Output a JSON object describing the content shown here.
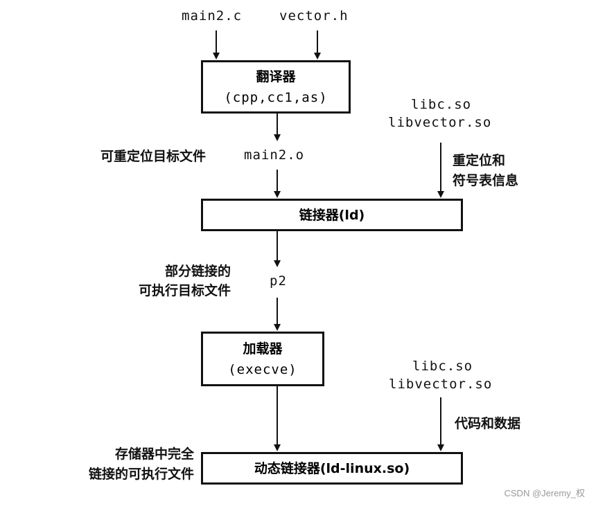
{
  "inputs": {
    "source": "main2.c",
    "header": "vector.h"
  },
  "translator": {
    "title": "翻译器",
    "tools": "(cpp,cc1,as)"
  },
  "relocatable": {
    "label": "可重定位目标文件",
    "file": "main2.o"
  },
  "libs_top": {
    "line1": "libc.so",
    "line2": "libvector.so",
    "info_line1": "重定位和",
    "info_line2": "符号表信息"
  },
  "linker": {
    "title": "链接器(ld)"
  },
  "partial": {
    "line1": "部分链接的",
    "line2": "可执行目标文件",
    "file": "p2"
  },
  "loader": {
    "title": "加载器",
    "tools": "(execve)"
  },
  "libs_bottom": {
    "line1": "libc.so",
    "line2": "libvector.so",
    "info": "代码和数据"
  },
  "memory": {
    "line1": "存储器中完全",
    "line2": "链接的可执行文件"
  },
  "dynamic_linker": {
    "title": "动态链接器(ld-linux.so)"
  },
  "watermark": "CSDN @Jeremy_权"
}
